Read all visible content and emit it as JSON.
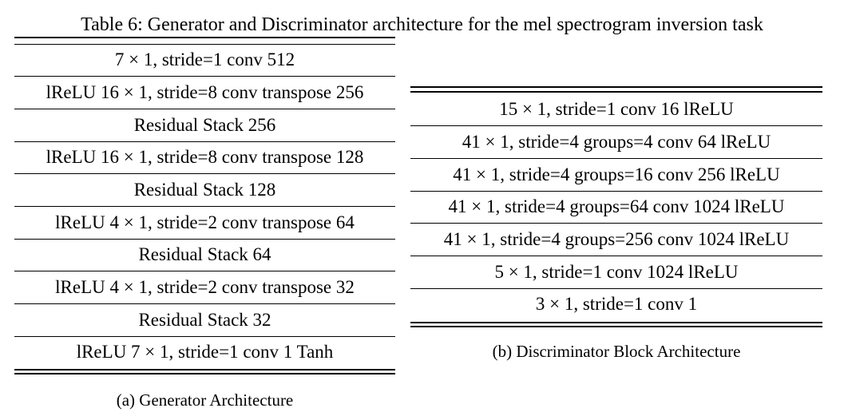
{
  "title": "Table 6: Generator and Discriminator architecture for the mel spectrogram inversion task",
  "generator": {
    "caption": "(a) Generator Architecture",
    "rows": [
      "7 × 1, stride=1 conv 512",
      "lReLU 16 × 1, stride=8 conv transpose 256",
      "Residual Stack 256",
      "lReLU 16 × 1, stride=8 conv transpose 128",
      "Residual Stack 128",
      "lReLU 4 × 1, stride=2 conv transpose 64",
      "Residual Stack 64",
      "lReLU 4 × 1, stride=2 conv transpose 32",
      "Residual Stack 32",
      "lReLU 7 × 1, stride=1 conv 1 Tanh"
    ]
  },
  "discriminator": {
    "caption": "(b) Discriminator Block Architecture",
    "rows": [
      "15 × 1, stride=1 conv 16 lReLU",
      "41 × 1, stride=4 groups=4 conv 64 lReLU",
      "41 × 1, stride=4 groups=16 conv 256 lReLU",
      "41 × 1, stride=4 groups=64 conv 1024 lReLU",
      "41 × 1, stride=4 groups=256 conv 1024 lReLU",
      "5 × 1, stride=1 conv 1024 lReLU",
      "3 × 1, stride=1 conv 1"
    ]
  }
}
